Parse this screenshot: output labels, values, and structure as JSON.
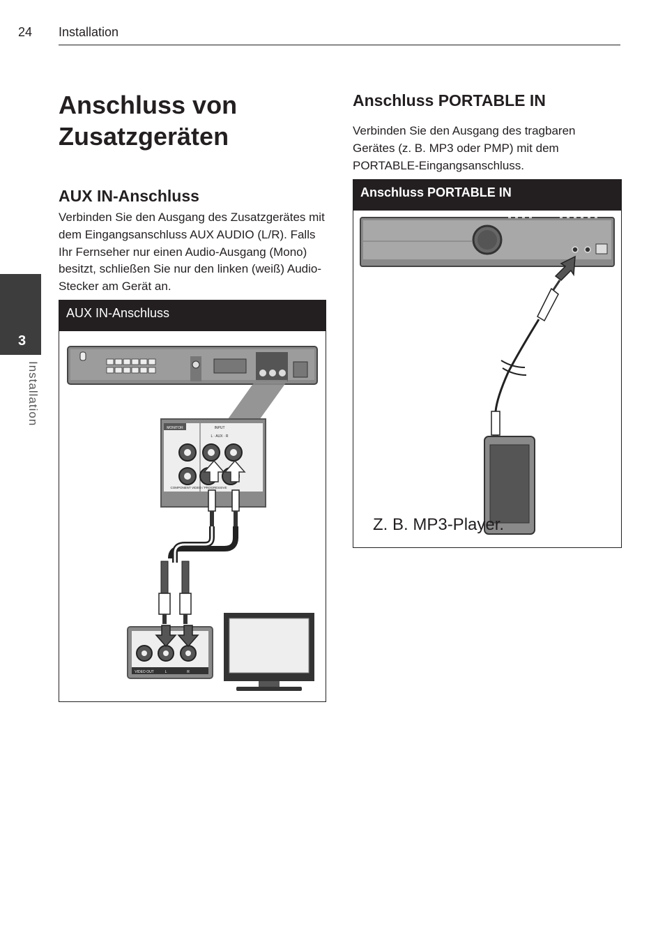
{
  "header": {
    "page_number": "24",
    "section": "Installation"
  },
  "side_tab": {
    "number": "3",
    "label": "Installation"
  },
  "title": "Anschluss von Zusatzgeräten",
  "aux": {
    "heading": "AUX IN-Anschluss",
    "body": "Verbinden Sie den Ausgang des Zusatzgerätes mit dem Eingangsanschluss AUX AUDIO (L/R). Falls Ihr Fernseher nur einen Audio-Ausgang (Mono) besitzt, schließen Sie nur den linken (weiß) Audio-Stecker am Gerät an.",
    "figure_title": "AUX IN-Anschluss",
    "labels": {
      "monitor": "MONITOR",
      "input": "INPUT",
      "aux_lr": "L  ·  AUX  ·  R",
      "component": "COMPONENT VIDEO / PROGRESSIVE",
      "video_out": "VIDEO OUT",
      "l": "L",
      "r": "R"
    }
  },
  "portable": {
    "heading": "Anschluss PORTABLE IN",
    "body": "Verbinden Sie den Ausgang des tragbaren Gerätes (z. B. MP3 oder PMP) mit dem PORTABLE-Eingangsanschluss.",
    "figure_title": "Anschluss PORTABLE IN",
    "device_caption": "Z. B. MP3-Player."
  }
}
